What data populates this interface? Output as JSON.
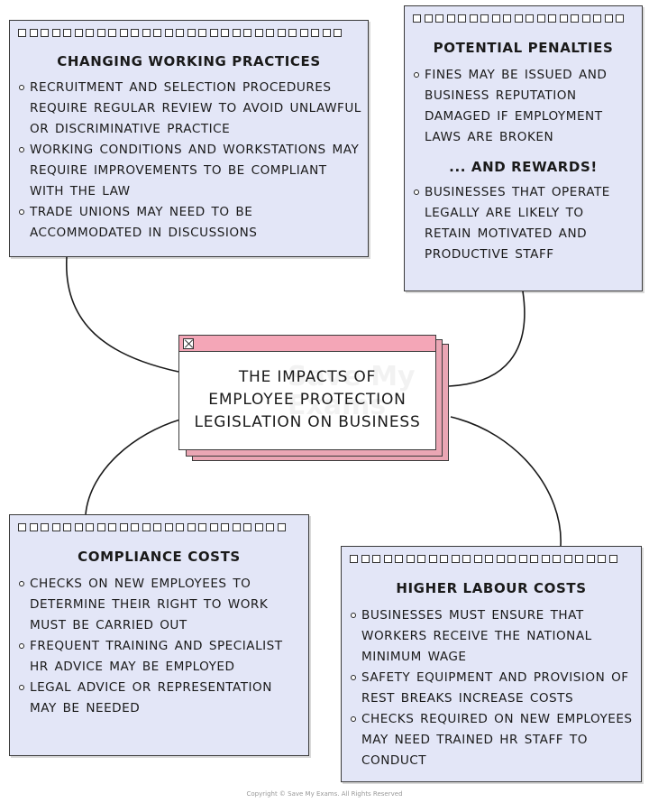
{
  "center": {
    "lines": [
      "THE IMPACTS OF",
      "EMPLOYEE PROTECTION",
      "LEGISLATION ON BUSINESS"
    ]
  },
  "cards": {
    "changing": {
      "title": "CHANGING WORKING PRACTICES",
      "items": [
        "RECRUITMENT AND SELECTION PROCEDURES REQUIRE REGULAR REVIEW TO AVOID UNLAWFUL OR DISCRIMINATIVE PRACTICE",
        "WORKING CONDITIONS AND WORKSTATIONS MAY REQUIRE IMPROVEMENTS TO BE COMPLIANT WITH THE LAW",
        "TRADE UNIONS MAY NEED TO BE ACCOMMODATED IN DISCUSSIONS"
      ]
    },
    "penalties": {
      "title": "POTENTIAL PENALTIES",
      "items": [
        "FINES MAY BE ISSUED AND BUSINESS REPUTATION DAMAGED IF EMPLOYMENT LAWS ARE BROKEN"
      ],
      "rewards_title": "... AND REWARDS!",
      "rewards_items": [
        "BUSINESSES THAT OPERATE LEGALLY ARE LIKELY TO RETAIN MOTIVATED AND PRODUCTIVE STAFF"
      ]
    },
    "compliance": {
      "title": "COMPLIANCE COSTS",
      "items": [
        "CHECKS ON NEW EMPLOYEES TO DETERMINE THEIR RIGHT TO WORK MUST BE CARRIED OUT",
        "FREQUENT TRAINING AND SPECIALIST HR ADVICE MAY BE EMPLOYED",
        "LEGAL ADVICE OR REPRESENTATION MAY BE NEEDED"
      ]
    },
    "labour": {
      "title": "HIGHER LABOUR COSTS",
      "items": [
        "BUSINESSES MUST ENSURE THAT WORKERS RECEIVE THE NATIONAL MINIMUM WAGE",
        "SAFETY EQUIPMENT AND PROVISION OF REST BREAKS INCREASE COSTS",
        "CHECKS REQUIRED ON NEW EMPLOYEES MAY NEED TRAINED HR STAFF TO CONDUCT"
      ]
    }
  },
  "watermark": "Save My Exams",
  "copyright": "Copyright © Save My Exams. All Rights Reserved",
  "colors": {
    "card_fill": "#e3e6f7",
    "center_bar": "#f4a6b7",
    "stack_fill": "#eaa6b4",
    "outline": "#3a3a3a"
  }
}
